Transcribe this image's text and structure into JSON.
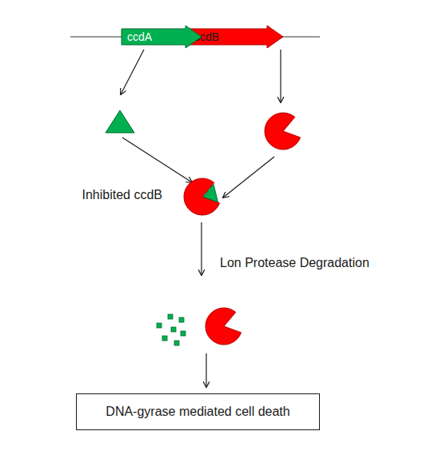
{
  "diagram": {
    "nodes": [
      {
        "text": [
          "ccdA"
        ]
      },
      {
        "text": [
          "ccdB"
        ]
      },
      {
        "text": [
          "Inhibited ccdB"
        ]
      },
      {
        "text": [
          "DNA-gyrase mediated cell death"
        ]
      }
    ],
    "labels": [
      "Lon Protease Degradation"
    ]
  }
}
